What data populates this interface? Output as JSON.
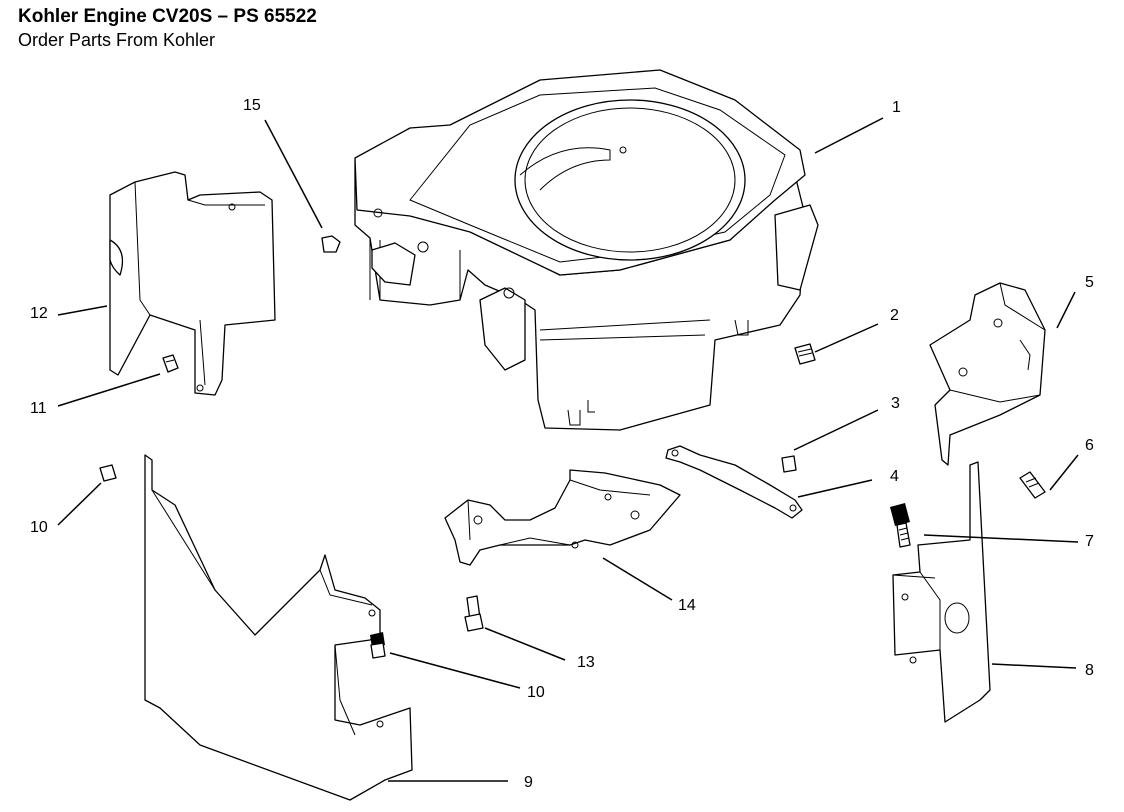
{
  "header": {
    "title": "Kohler Engine CV20S  –  PS 65522",
    "subtitle": "Order Parts From Kohler"
  },
  "callouts": {
    "c1": "1",
    "c2": "2",
    "c3": "3",
    "c4": "4",
    "c5": "5",
    "c6": "6",
    "c7": "7",
    "c8": "8",
    "c9": "9",
    "c10a": "10",
    "c10b": "10",
    "c11": "11",
    "c12": "12",
    "c13": "13",
    "c14": "14",
    "c15": "15"
  }
}
